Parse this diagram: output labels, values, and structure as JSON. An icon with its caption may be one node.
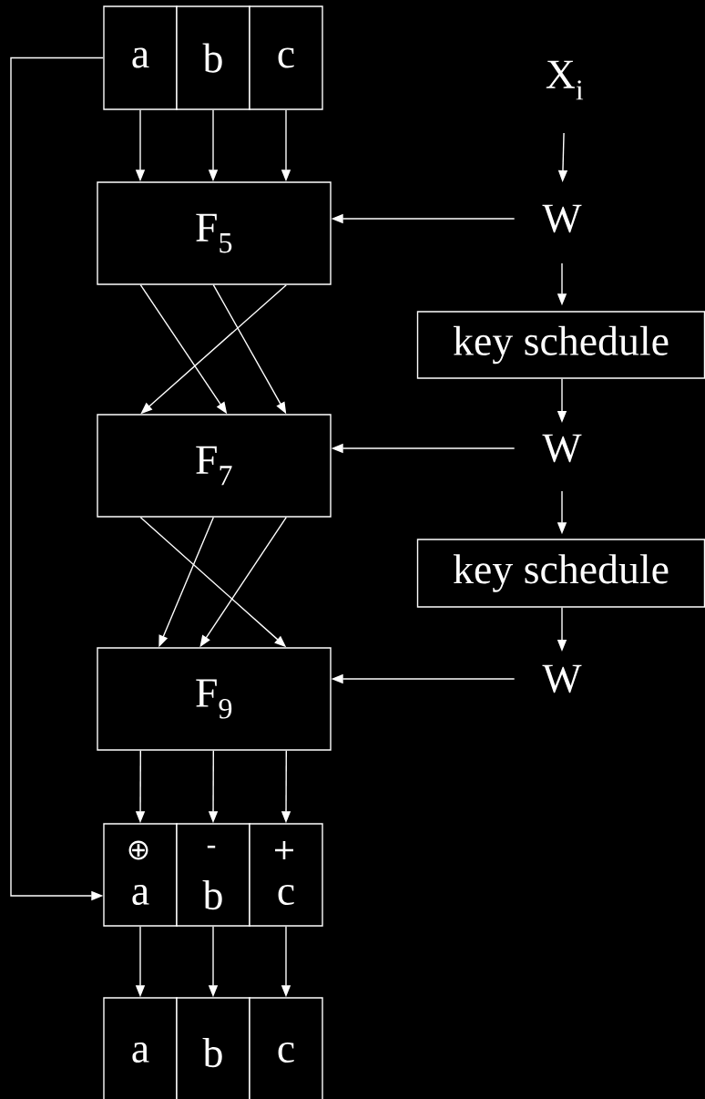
{
  "diagram": {
    "nodes": [
      {
        "text": [
          "a"
        ]
      },
      {
        "text": [
          "b"
        ]
      },
      {
        "text": [
          "c"
        ]
      },
      {
        "text": [
          "X$_{i}$"
        ]
      },
      {
        "text": [
          "F$_{5}$"
        ]
      },
      {
        "text": [
          "W"
        ]
      },
      {
        "text": [
          "key schedule"
        ]
      },
      {
        "text": [
          "F$_{7}$"
        ]
      },
      {
        "text": [
          "W"
        ]
      },
      {
        "text": [
          "key schedule"
        ]
      },
      {
        "text": [
          "F$_{9}$"
        ]
      },
      {
        "text": [
          "W"
        ]
      },
      {
        "text": [
          "⊕",
          "a"
        ]
      },
      {
        "text": [
          "-",
          "b"
        ]
      },
      {
        "text": [
          "+",
          "c"
        ]
      },
      {
        "text": [
          "a"
        ]
      },
      {
        "text": [
          "b"
        ]
      },
      {
        "text": [
          "c"
        ]
      }
    ],
    "edges": [
      {
        "from": 0,
        "to": 4,
        "arrow": "to"
      },
      {
        "from": 1,
        "to": 4,
        "arrow": "to"
      },
      {
        "from": 2,
        "to": 4,
        "arrow": "to"
      },
      {
        "from": 3,
        "to": 5,
        "arrow": "to"
      },
      {
        "from": 5,
        "to": 4,
        "arrow": "to"
      },
      {
        "from": 5,
        "to": 6,
        "arrow": "to"
      },
      {
        "from": 4,
        "to": 7,
        "arrow": "to"
      },
      {
        "from": 4,
        "to": 7,
        "arrow": "to"
      },
      {
        "from": 4,
        "to": 7,
        "arrow": "to"
      },
      {
        "from": 6,
        "to": 8,
        "arrow": "to"
      },
      {
        "from": 8,
        "to": 7,
        "arrow": "to"
      },
      {
        "from": 8,
        "to": 9,
        "arrow": "to"
      },
      {
        "from": 7,
        "to": 10,
        "arrow": "to"
      },
      {
        "from": 7,
        "to": 10,
        "arrow": "to"
      },
      {
        "from": 7,
        "to": 10,
        "arrow": "to"
      },
      {
        "from": 9,
        "to": 11,
        "arrow": "to"
      },
      {
        "from": 11,
        "to": 10,
        "arrow": "to"
      },
      {
        "from": 10,
        "to": 12,
        "arrow": "to"
      },
      {
        "from": 10,
        "to": 13,
        "arrow": "to"
      },
      {
        "from": 10,
        "to": 14,
        "arrow": "to"
      },
      {
        "from": 0,
        "to": 12,
        "arrow": "to"
      },
      {
        "from": 12,
        "to": 15,
        "arrow": "to"
      },
      {
        "from": 13,
        "to": 16,
        "arrow": "to"
      },
      {
        "from": 14,
        "to": 17,
        "arrow": "to"
      }
    ]
  }
}
